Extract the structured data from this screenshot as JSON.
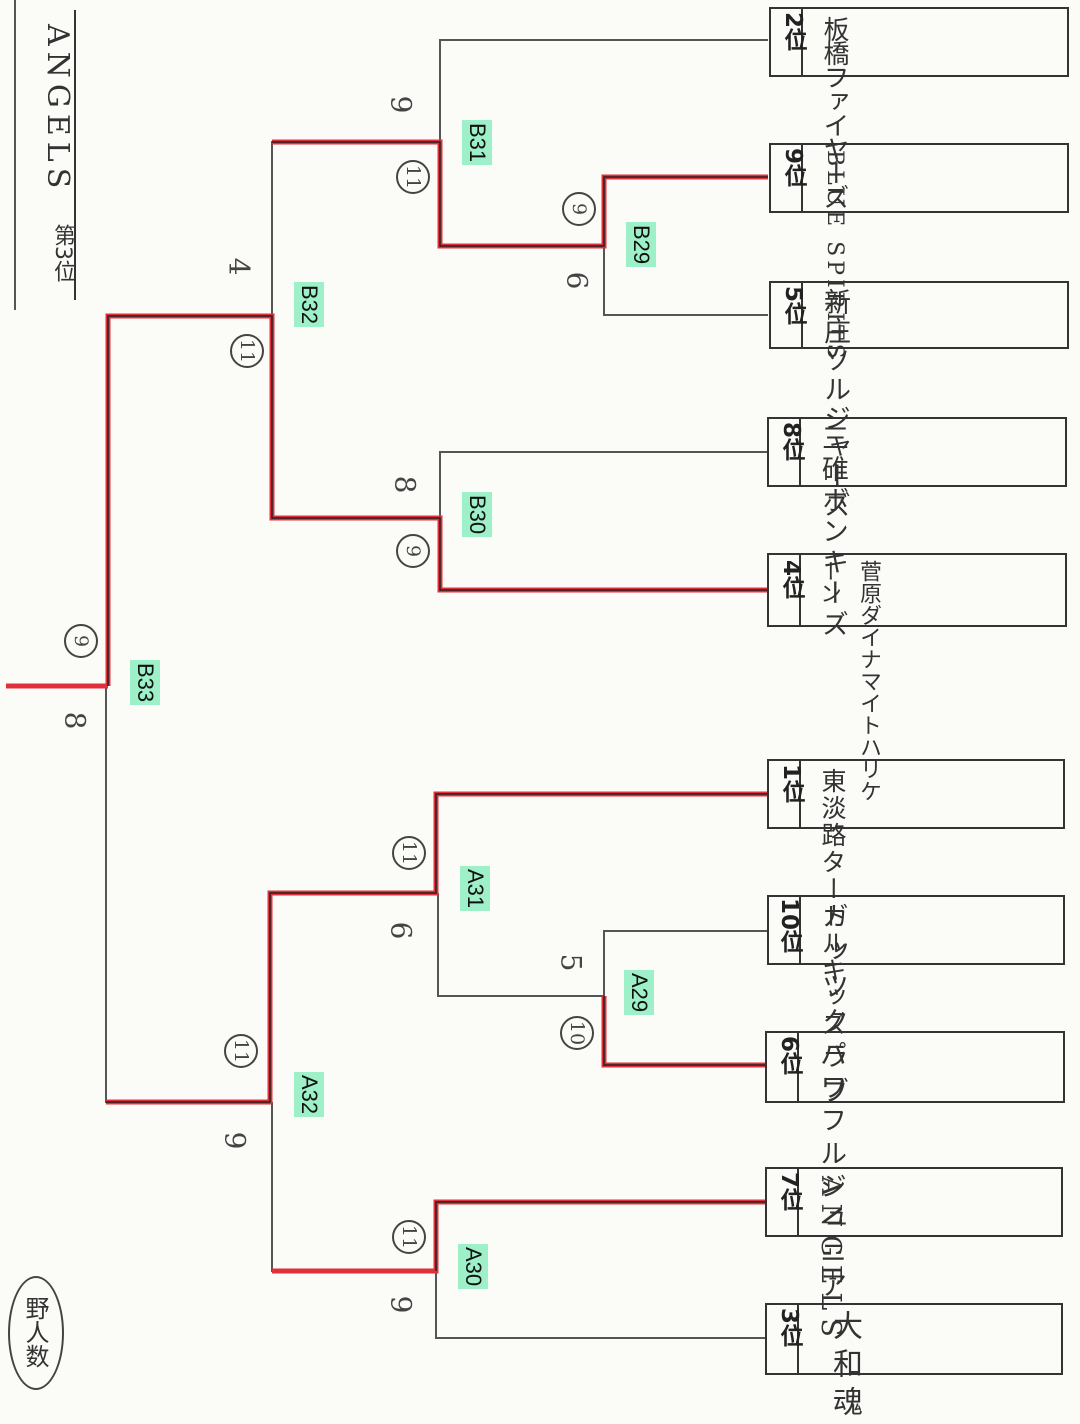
{
  "header": {
    "third_place_label": "第3位",
    "third_place_team": "ANGELS",
    "top_left_note": "野人数"
  },
  "teams": [
    {
      "rank": "2位",
      "name": "板橋ファイヤーズ"
    },
    {
      "rank": "9位",
      "name": "BLUE SPIRITS"
    },
    {
      "rank": "5位",
      "name": "新庄ソルジャーズ"
    },
    {
      "rank": "8位",
      "name": "三碓ボンキーズ"
    },
    {
      "rank": "4位",
      "name": "菅原ダイナマイトハリケーン"
    },
    {
      "rank": "1位",
      "name": "東淡路タートルキッズ"
    },
    {
      "rank": "10位",
      "name": "ガッツクラブ"
    },
    {
      "rank": "6位",
      "name": "パワフルジュニア"
    },
    {
      "rank": "7位",
      "name": "ANGELS"
    },
    {
      "rank": "3位",
      "name": "大和魂"
    }
  ],
  "matches": {
    "B31": "B31",
    "B29": "B29",
    "B30": "B30",
    "B32": "B32",
    "B33": "B33",
    "A29": "A29",
    "A30": "A30",
    "A31": "A31",
    "A32": "A32"
  },
  "scores": {
    "b31_top": "9",
    "b31_bottom": "11",
    "b29_top": "9",
    "b29_bottom": "6",
    "b30_top": "8",
    "b30_bottom": "9",
    "b32_top": "4",
    "b32_bottom": "11",
    "b33_top": "9",
    "b33_bottom": "8",
    "a31_top": "11",
    "a31_bottom": "6",
    "a29_top": "5",
    "a29_bottom": "10",
    "a32_top": "11",
    "a32_bottom": "9",
    "a30_top": "11",
    "a30_bottom": "9"
  },
  "colors": {
    "winner_line": "#e0303a",
    "bracket_line": "#555555",
    "match_highlight": "#9ef0c8"
  }
}
